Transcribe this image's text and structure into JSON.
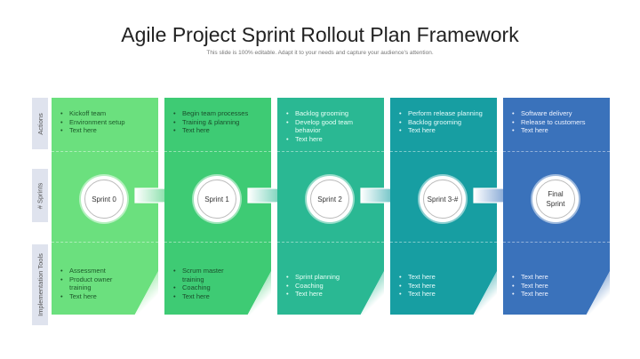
{
  "title": "Agile Project Sprint Rollout Plan Framework",
  "subtitle": "This slide is 100% editable. Adapt it to your needs and capture your audience's attention.",
  "row_labels": [
    "Actions",
    "# Sprints",
    "Implementation Tools"
  ],
  "columns": [
    {
      "color": "#6be07e",
      "text_color": "#1d5a2a",
      "sprint": "Sprint 0",
      "actions": [
        "Kickoff team",
        "Environment setup",
        "Text here"
      ],
      "tools": [
        "Assessment",
        "Product owner training",
        "Text here"
      ]
    },
    {
      "color": "#3ecb74",
      "text_color": "#1a4f2c",
      "sprint": "Sprint 1",
      "actions": [
        "Begin team processes",
        "Training & planning",
        "Text here"
      ],
      "tools": [
        "Scrum master training",
        "Coaching",
        "Text here"
      ]
    },
    {
      "color": "#2ab893",
      "text_color": "#e6fff6",
      "sprint": "Sprint 2",
      "actions": [
        "Backlog grooming",
        "Develop good team behavior",
        "Text here"
      ],
      "tools": [
        "Sprint planning",
        "Coaching",
        "Text here"
      ]
    },
    {
      "color": "#179ea2",
      "text_color": "#e6fbfb",
      "sprint": "Sprint 3-#",
      "actions": [
        "Perform release planning",
        "Backlog grooming",
        "Text here"
      ],
      "tools": [
        "Text here",
        "Text here",
        "Text here"
      ]
    },
    {
      "color": "#3a72bb",
      "text_color": "#eef3ff",
      "sprint": "Final Sprint",
      "actions": [
        "Software delivery",
        "Release to customers",
        "Text here"
      ],
      "tools": [
        "Text here",
        "Text here",
        "Text here"
      ]
    }
  ]
}
